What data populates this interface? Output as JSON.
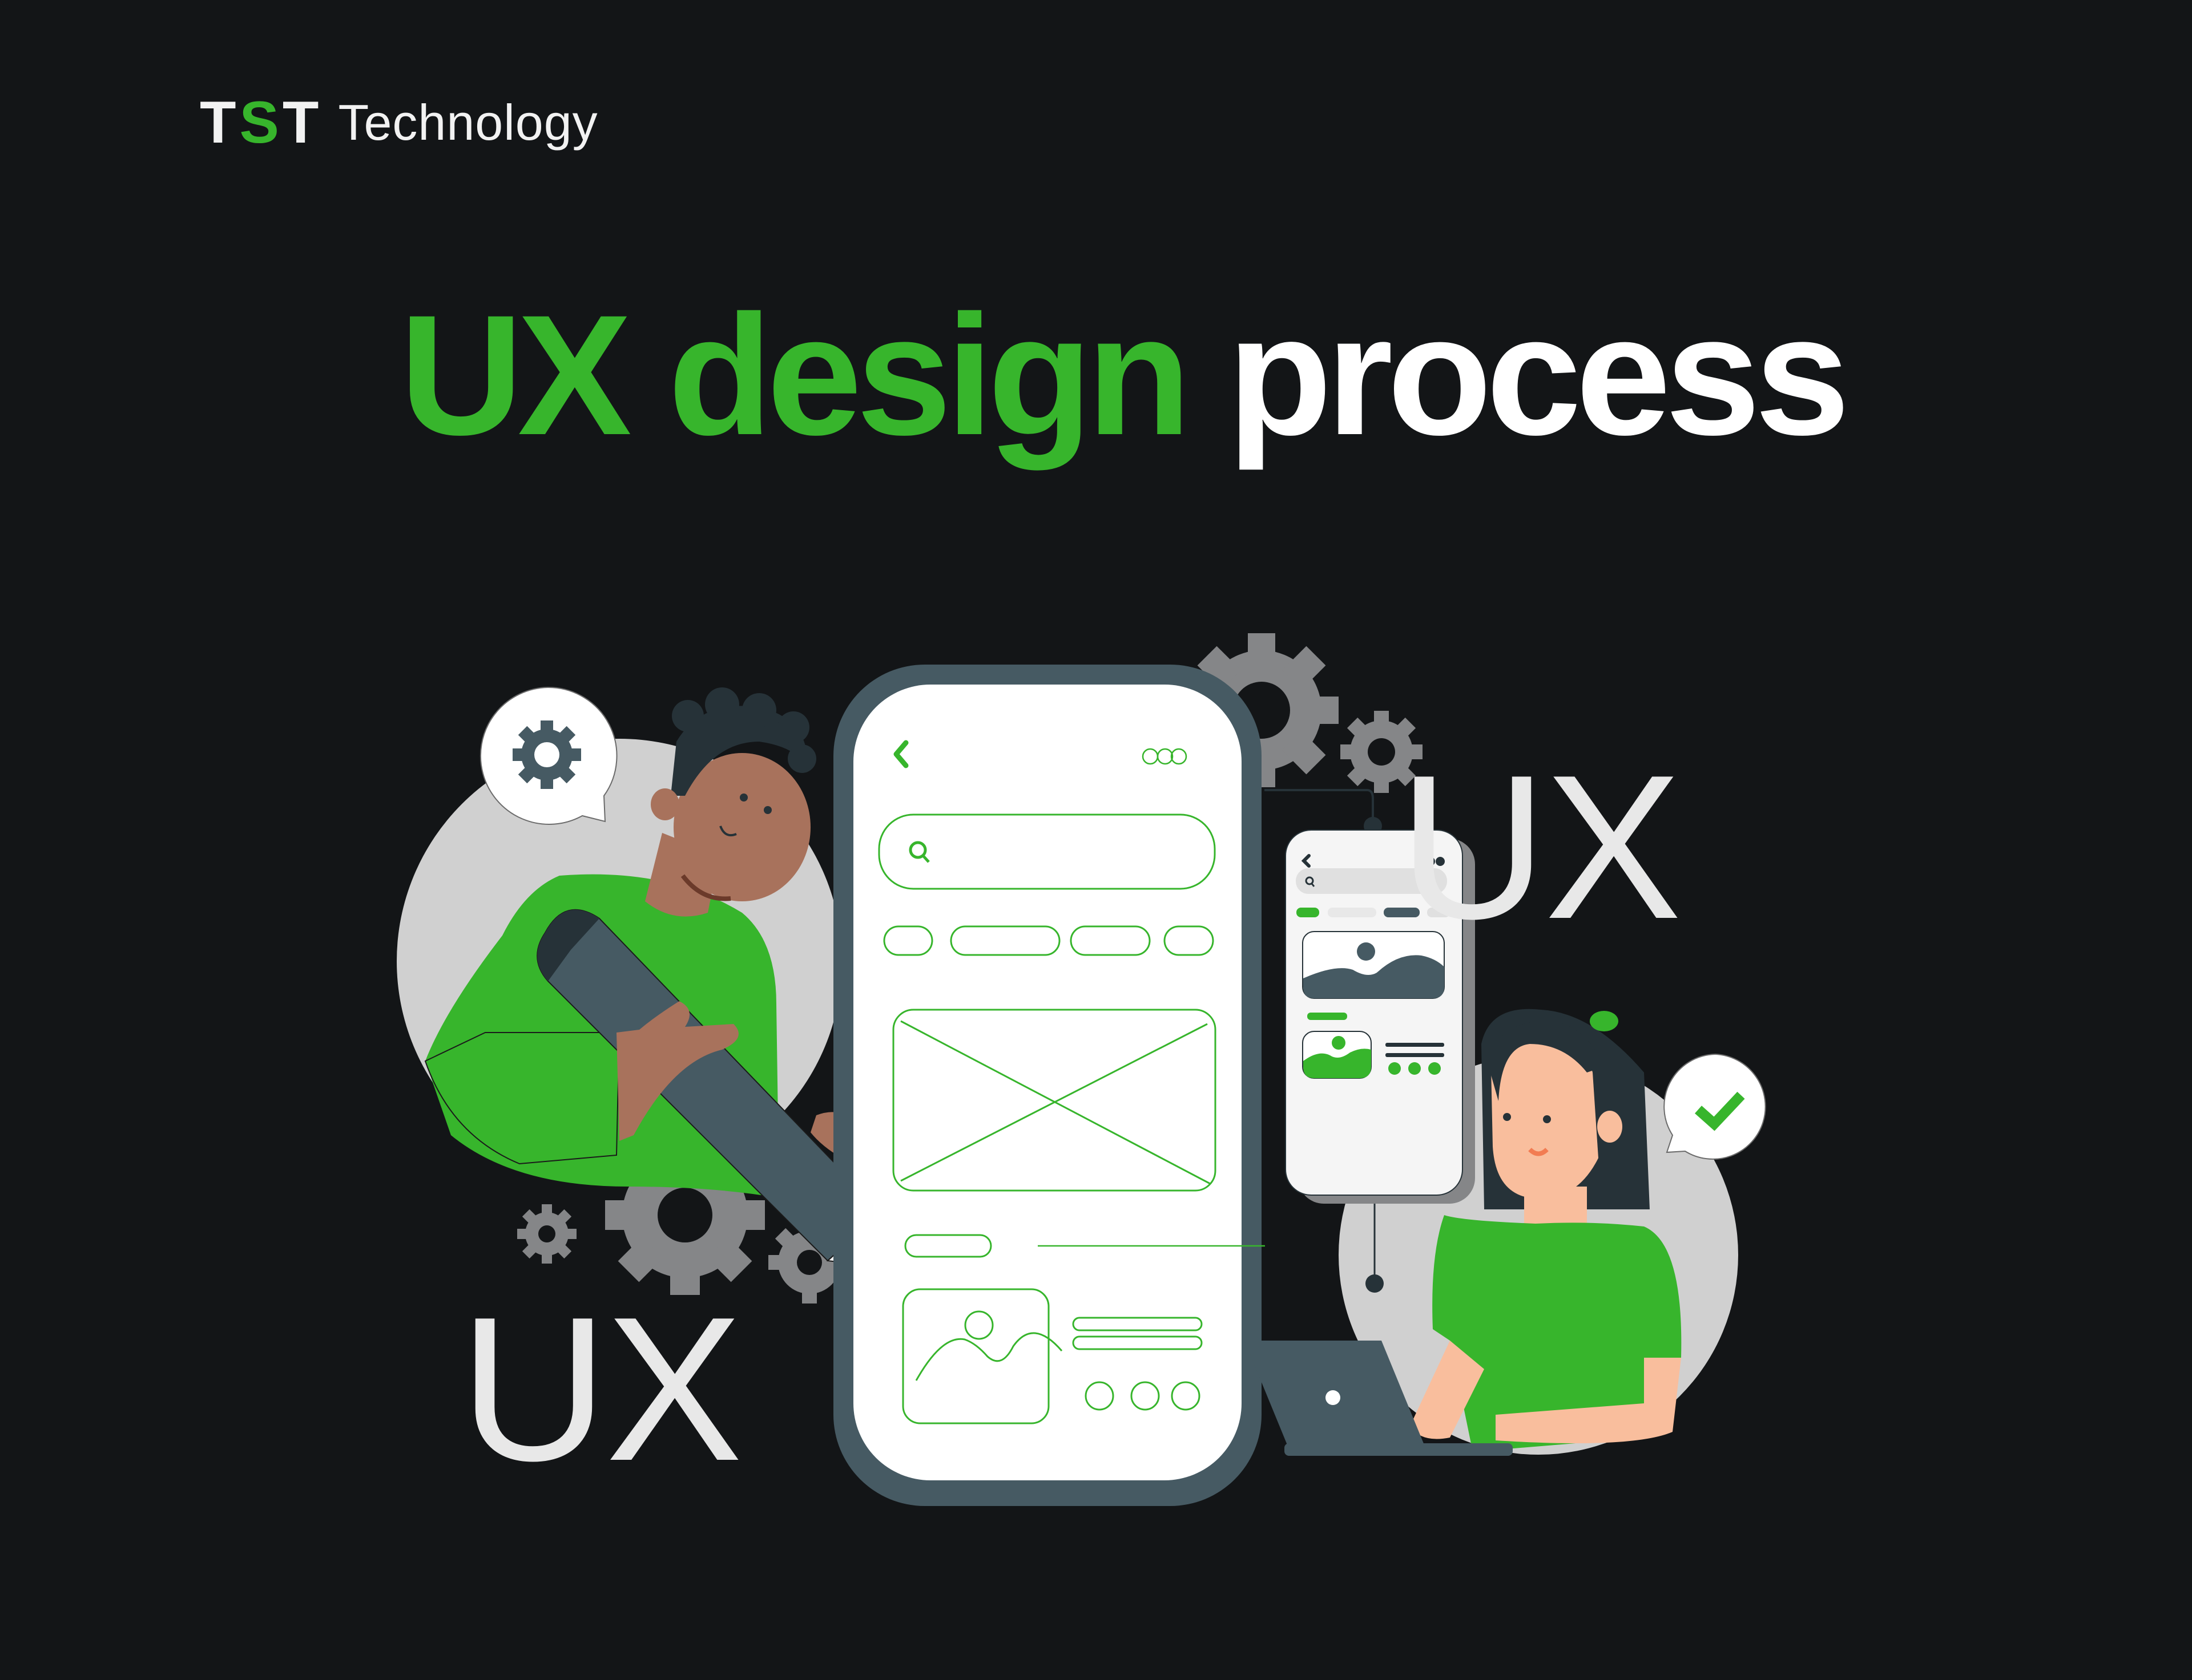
{
  "brand": {
    "mark_left": "T",
    "mark_mid": "S",
    "mark_right": "T",
    "name": "Technology",
    "accent_color": "#37b52c"
  },
  "headline": {
    "highlight": "UX design",
    "rest": "process"
  },
  "illustration": {
    "ux_label_left": "UX",
    "ux_label_right": "UX",
    "icons": [
      "gear-icon",
      "check-icon",
      "search-icon",
      "back-chevron-icon",
      "more-dots-icon",
      "image-placeholder-icon",
      "laptop-icon",
      "pencil-icon"
    ],
    "colors": {
      "background": "#131517",
      "green": "#37b52c",
      "slate": "#465a63",
      "gear_gray": "#858688",
      "circle_gray": "#d0d0d0",
      "ux_text": "#e8e8e8",
      "skin_man": "#a8725c",
      "skin_woman": "#f9be9d"
    }
  }
}
